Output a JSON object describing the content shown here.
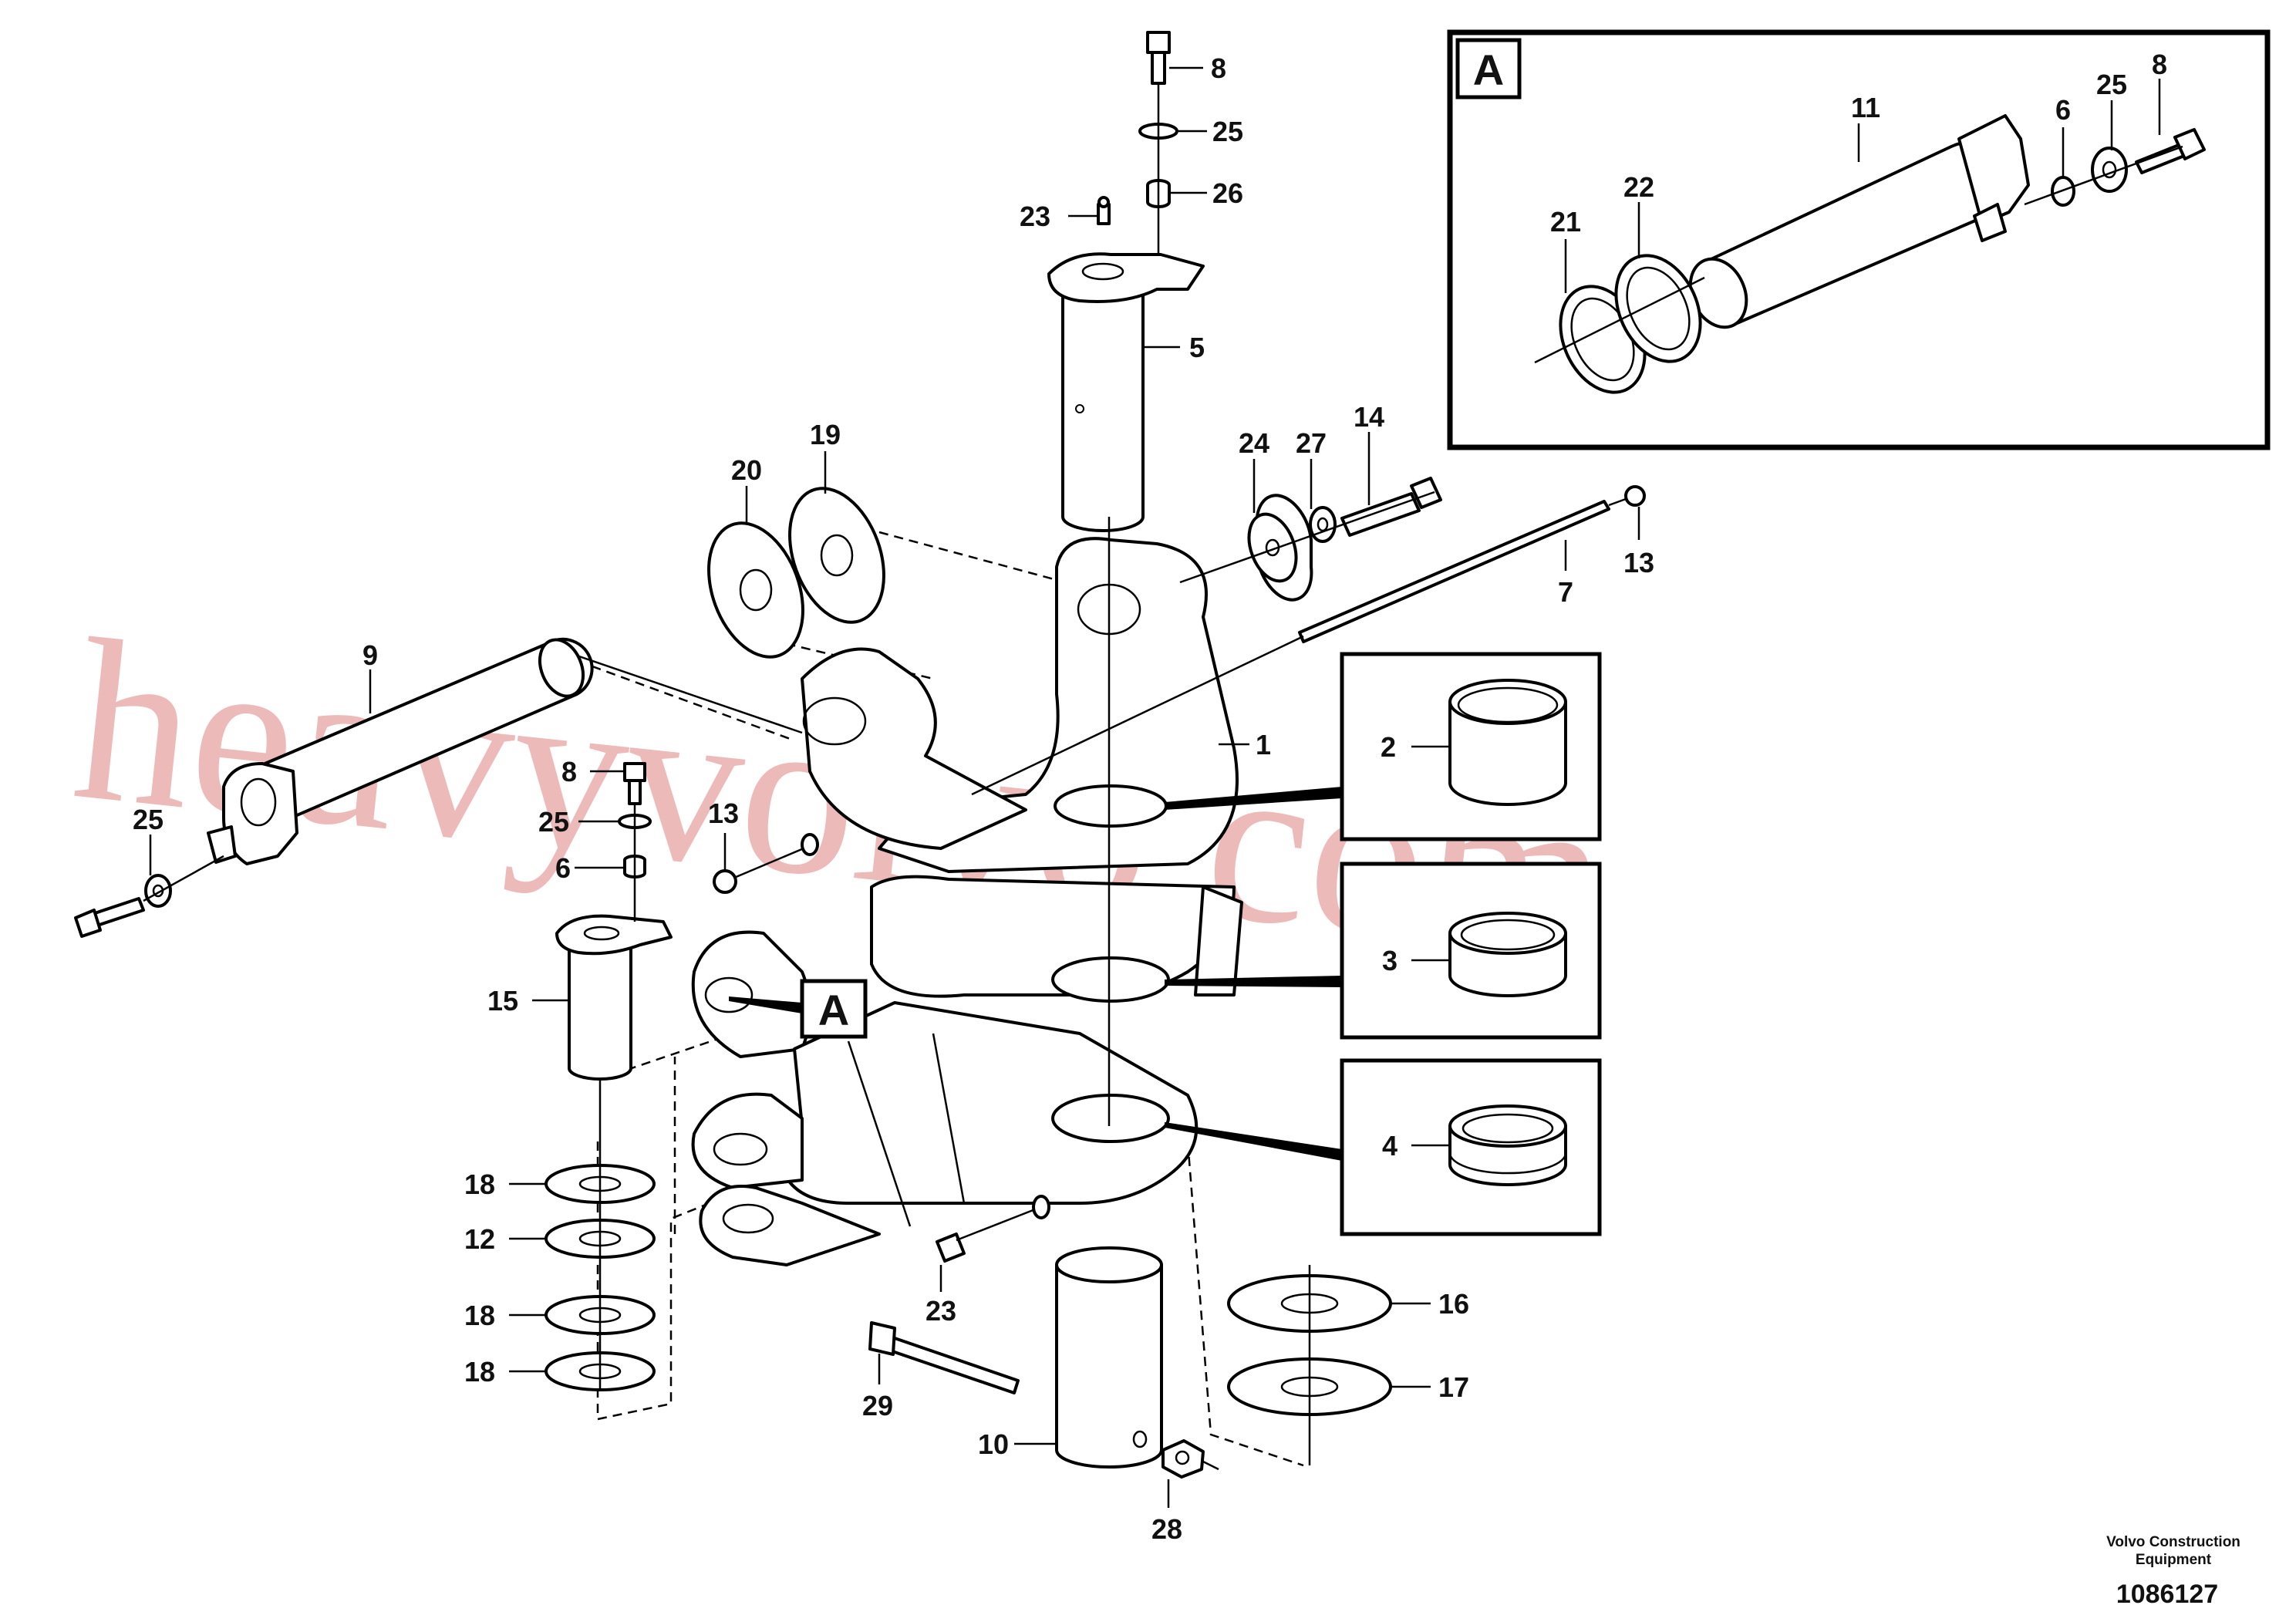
{
  "detail_view": {
    "label": "A",
    "callouts": [
      "11",
      "6",
      "25",
      "8",
      "21",
      "22"
    ]
  },
  "detail_marker": {
    "label": "A"
  },
  "callouts": {
    "c8_top": "8",
    "c25_top": "25",
    "c26": "26",
    "c23_top": "23",
    "c5": "5",
    "c20": "20",
    "c19": "19",
    "c24": "24",
    "c27": "27",
    "c14": "14",
    "c13_right": "13",
    "c7": "7",
    "c9": "9",
    "c1": "1",
    "c2": "2",
    "c8_left": "8",
    "c25_left": "25",
    "c6_left": "6",
    "c13_left": "13",
    "c25_far": "25",
    "c15": "15",
    "c3": "3",
    "c4": "4",
    "c18_a": "18",
    "c12": "12",
    "c18_b": "18",
    "c18_c": "18",
    "c16": "16",
    "c17": "17",
    "c23_bottom": "23",
    "c29": "29",
    "c10": "10",
    "c28": "28"
  },
  "brand": {
    "line1": "Volvo Construction",
    "line2": "Equipment"
  },
  "drawing_number": "1086127",
  "watermark": "heavyvolvo.com"
}
